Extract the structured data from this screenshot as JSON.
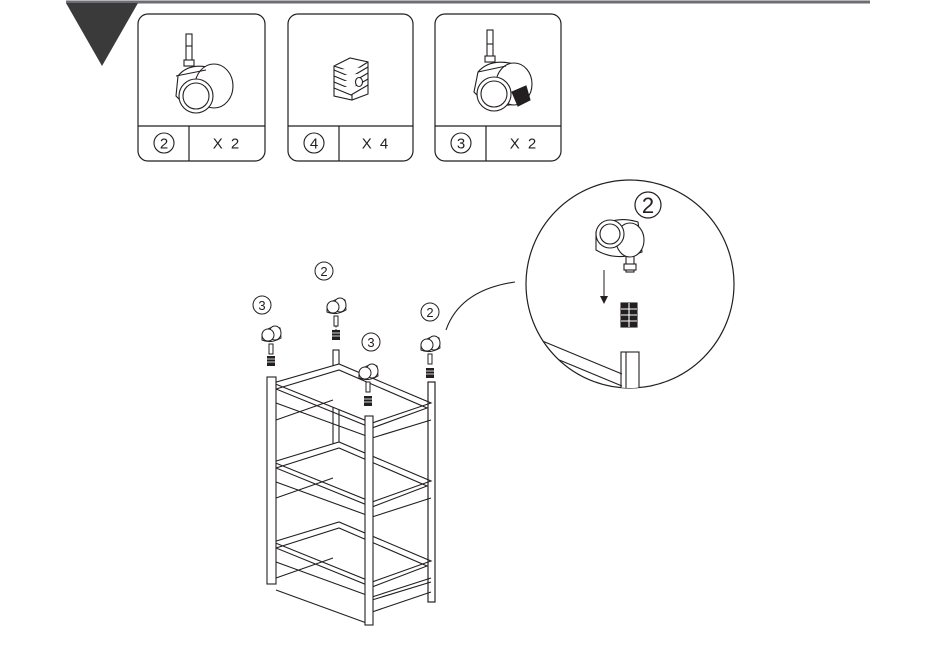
{
  "parts": [
    {
      "name": "caster-wheel",
      "number": "2",
      "quantity": "X 2"
    },
    {
      "name": "tube-insert",
      "number": "4",
      "quantity": "X 4"
    },
    {
      "name": "locking-caster-wheel",
      "number": "3",
      "quantity": "X 2"
    }
  ],
  "callouts": {
    "back_left": "3",
    "back_right": "2",
    "front_left": "3",
    "front_right": "2"
  },
  "detail": {
    "number": "2"
  },
  "colors": {
    "ink": "#231f20",
    "header_triangle": "#3a3a3a",
    "header_rule": "#6d6e71"
  }
}
